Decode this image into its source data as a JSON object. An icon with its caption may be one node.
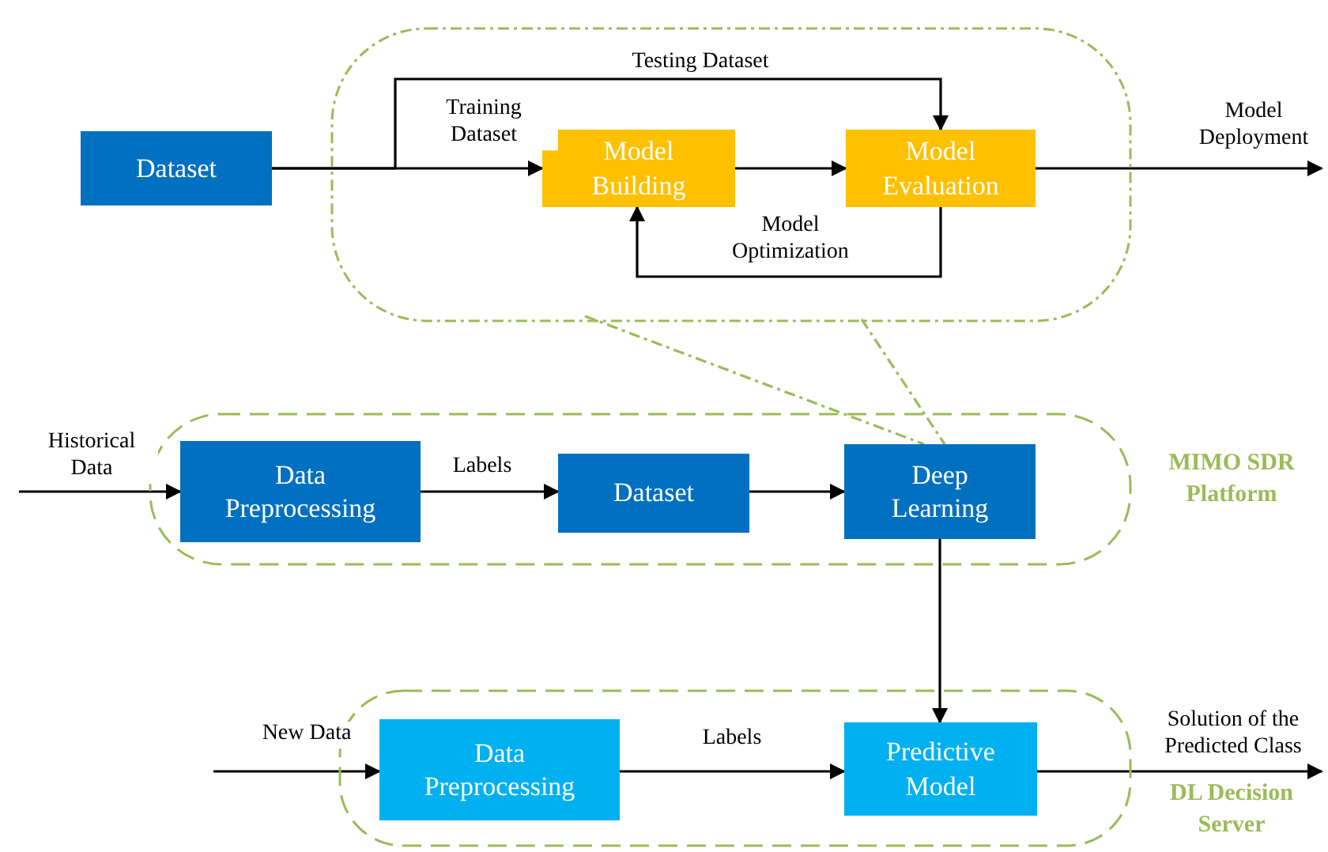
{
  "diagram": {
    "nodes": [
      {
        "text": [],
        "shape": "box"
      },
      {
        "text": [
          "Dataset"
        ]
      },
      {
        "text": [
          "Model Building"
        ],
        "in": 0
      },
      {
        "text": [
          "Model Evaluation"
        ],
        "in": 0
      },
      {
        "text": [
          "MIMO SDR Platform"
        ]
      },
      {
        "text": [
          "Data Preprocessing"
        ],
        "in": 4
      },
      {
        "text": [
          "Dataset"
        ],
        "in": 4
      },
      {
        "text": [
          "Deep Learning"
        ],
        "in": 4
      },
      {
        "text": [
          "DL Decision Server"
        ]
      },
      {
        "text": [
          "Data Preprocessing"
        ],
        "in": 8
      },
      {
        "text": [
          "Predictive Model"
        ],
        "in": 8
      }
    ],
    "edges": [
      {
        "from": 1,
        "to": 2,
        "arrow": "to",
        "label": "Training Dataset"
      },
      {
        "from": 1,
        "to": 3,
        "arrow": "to",
        "label": "Testing Dataset"
      },
      {
        "from": 2,
        "to": 3,
        "arrow": "to"
      },
      {
        "from": 3,
        "to": 2,
        "arrow": "to",
        "label": "Model Optimization"
      },
      {
        "from": 3,
        "to": null,
        "arrow": "to",
        "label": "Model Deployment"
      },
      {
        "from": 0,
        "to": 7,
        "arrow": "none",
        "style": "dashed",
        "color": "#9bbb59"
      },
      {
        "from": 0,
        "to": 7,
        "arrow": "none",
        "style": "dashed",
        "color": "#9bbb59"
      },
      {
        "from": null,
        "to": 5,
        "arrow": "to",
        "label": "Historical Data"
      },
      {
        "from": 5,
        "to": 6,
        "arrow": "to",
        "label": "Labels"
      },
      {
        "from": 6,
        "to": 7,
        "arrow": "to"
      },
      {
        "from": 7,
        "to": 10,
        "arrow": "to"
      },
      {
        "from": null,
        "to": 9,
        "arrow": "to",
        "label": "New Data"
      },
      {
        "from": 9,
        "to": 10,
        "arrow": "to",
        "label": "Labels"
      },
      {
        "from": 10,
        "to": null,
        "arrow": "to",
        "label": "Solution of the Predicted Class"
      }
    ]
  }
}
